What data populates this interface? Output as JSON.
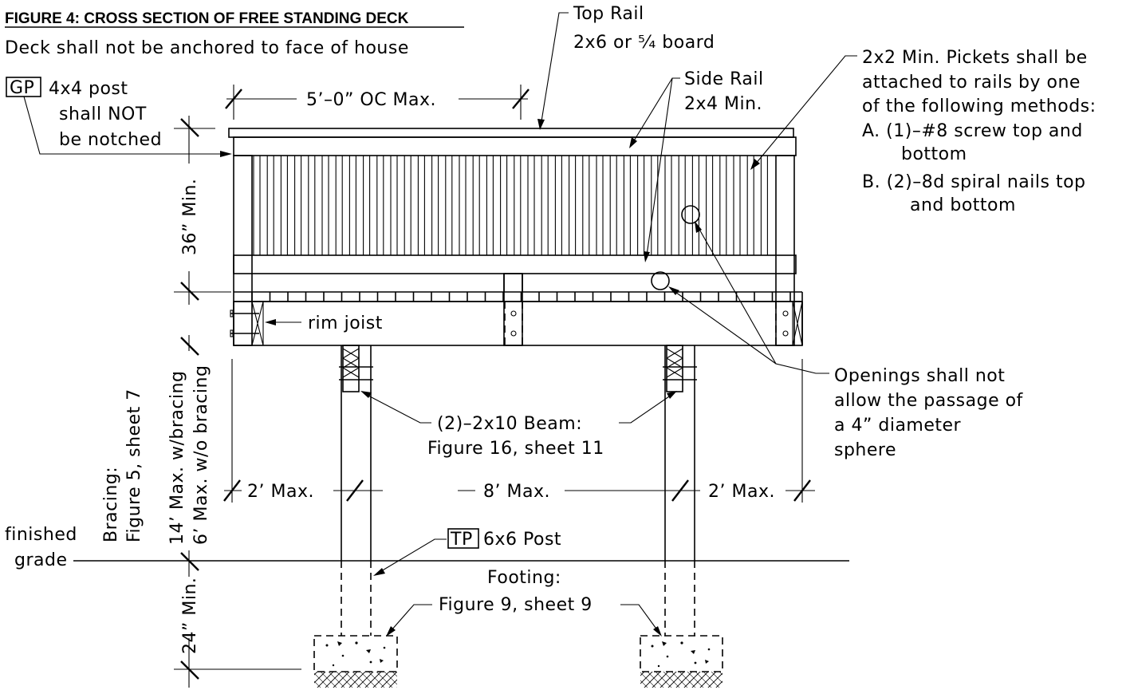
{
  "title": "FIGURE 4: CROSS SECTION OF FREE STANDING DECK",
  "subtitle": "Deck shall not be anchored to face of house",
  "labels": {
    "gp_tag": "GP",
    "gp_line1": "4x4 post",
    "gp_line2": "shall NOT",
    "gp_line3": "be notched",
    "top_rail_line1": "Top Rail",
    "top_rail_line2": "2x6 or ⁵⁄₄ board",
    "side_rail_line1": "Side Rail",
    "side_rail_line2": "2x4 Min.",
    "pickets_line1": "2x2 Min. Pickets shall be",
    "pickets_line2": "attached to rails by one",
    "pickets_line3": "of the following methods:",
    "pickets_a1": "A. (1)–#8 screw top and",
    "pickets_a2": "bottom",
    "pickets_b1": "B. (2)–8d spiral nails top",
    "pickets_b2": "and bottom",
    "post_spacing": "5’–0” OC Max.",
    "rail_height": "36” Min.",
    "rim_joist": "rim joist",
    "openings_line1": "Openings shall not",
    "openings_line2": "allow the passage of",
    "openings_line3": "a 4” diameter",
    "openings_line4": "sphere",
    "beam_line1": "(2)–2x10 Beam:",
    "beam_line2": "Figure 16, sheet 11",
    "bracing_line1": "Bracing:",
    "bracing_line2": "Figure 5, sheet 7",
    "height_bracing": "14’ Max. w/bracing",
    "height_no_bracing": "6’ Max. w/o bracing",
    "cantilever_left": "2’ Max.",
    "beam_span": "8’ Max.",
    "cantilever_right": "2’ Max.",
    "finished_line1": "finished",
    "finished_line2": "grade",
    "tp_tag": "TP",
    "tp_post": "6x6 Post",
    "footing_line1": "Footing:",
    "footing_line2": "Figure 9, sheet 9",
    "footing_depth": "24” Min."
  }
}
